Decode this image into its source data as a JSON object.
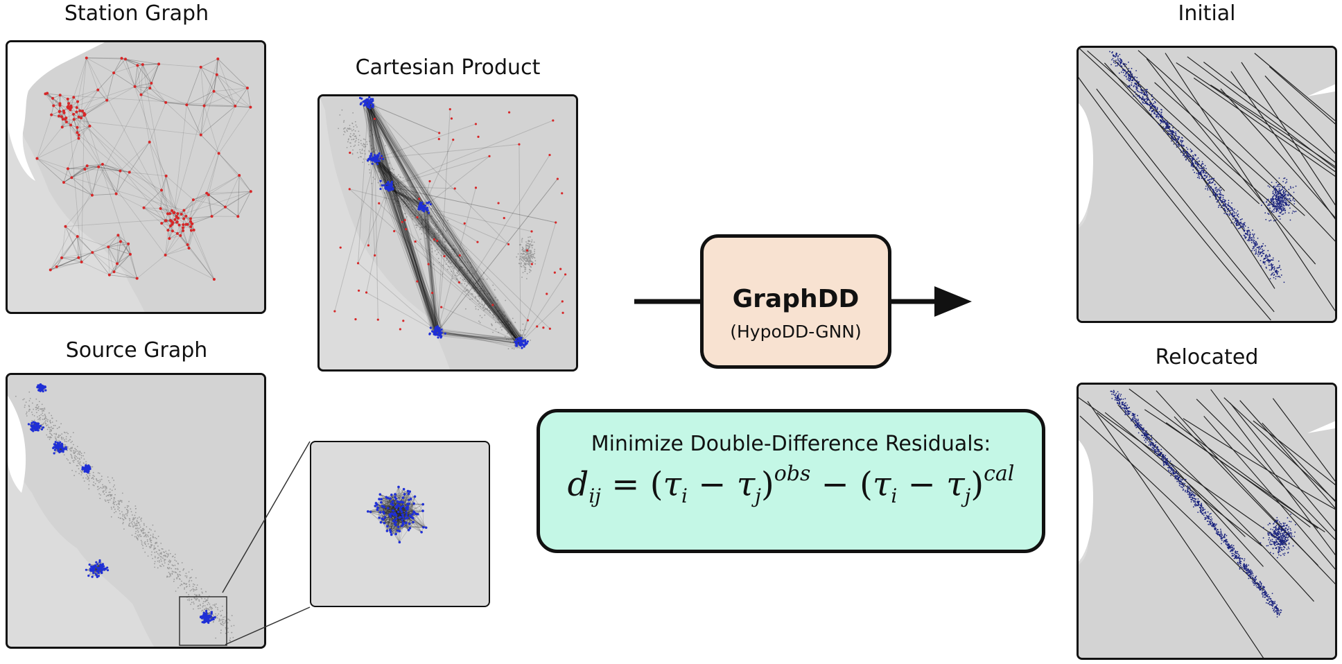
{
  "panels": {
    "station_graph": "Station Graph",
    "source_graph": "Source Graph",
    "cartesian_product": "Cartesian Product",
    "initial": "Initial",
    "relocated": "Relocated"
  },
  "graphdd_box": {
    "title": "GraphDD",
    "subtitle": "(HypoDD-GNN)"
  },
  "equation_box": {
    "title": "Minimize Double-Difference Residuals:",
    "lhs": "d",
    "lhs_sub": "ij",
    "eq": " = (",
    "tau1": "τ",
    "i1": "i",
    "minus1": " − ",
    "tau2": "τ",
    "j1": "j",
    "close1": ")",
    "obs": "obs",
    "minus_mid": " − (",
    "tau3": "τ",
    "i2": "i",
    "minus2": " − ",
    "tau4": "τ",
    "j2": "j",
    "close2": ")",
    "cal": "cal"
  },
  "colors": {
    "station": "#d62728",
    "source": "#1f2fd6",
    "event": "#1a237e",
    "edge": "#333333",
    "land": "#d3d3d3",
    "background_events": "#9a9a9a",
    "graphdd_fill": "#f8e2d1",
    "equation_fill": "#c4f7e6"
  }
}
